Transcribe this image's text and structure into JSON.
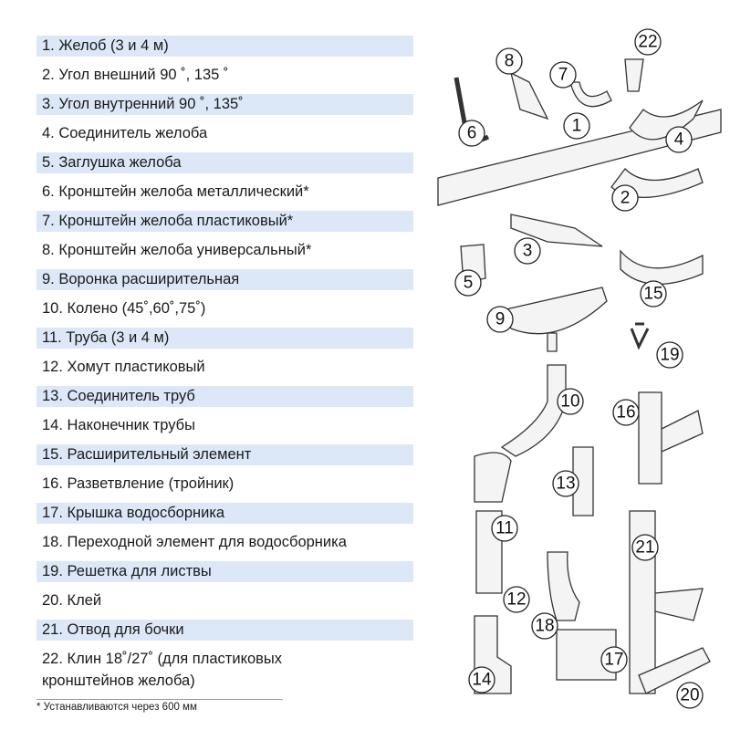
{
  "items": [
    "1. Желоб (3  и 4 м)",
    "2. Угол внешний 90 ˚, 135 ˚",
    "3. Угол внутренний 90 ˚, 135˚",
    "4. Соединитель желоба",
    "5. Заглушка желоба",
    "6. Кронштейн желоба металлический*",
    "7. Кронштейн желоба пластиковый*",
    "8. Кронштейн желоба универсальный*",
    "9. Воронка расширительная",
    "10. Колено (45˚,60˚,75˚)",
    "11. Труба (3  и 4 м)",
    "12. Хомут пластиковый",
    "13. Соединитель труб",
    "14. Наконечник трубы",
    "15. Расширительный элемент",
    "16. Разветвление (тройник)",
    "17. Крышка водосборника",
    "18. Переходной элемент для водосборника",
    "19. Решетка для листвы",
    "20. Клей",
    "21. Отвод для бочки"
  ],
  "item22": {
    "line1": "22. Клин 18˚/27˚ (для пластиковых",
    "line2": "кронштейнов желоба)"
  },
  "footnote": "* Устанавливаются через 600  мм",
  "callouts": [
    "1",
    "2",
    "3",
    "4",
    "5",
    "6",
    "7",
    "8",
    "9",
    "10",
    "11",
    "12",
    "13",
    "14",
    "15",
    "16",
    "17",
    "18",
    "19",
    "20",
    "21",
    "22"
  ],
  "colors": {
    "shade": "#dce8f7"
  }
}
